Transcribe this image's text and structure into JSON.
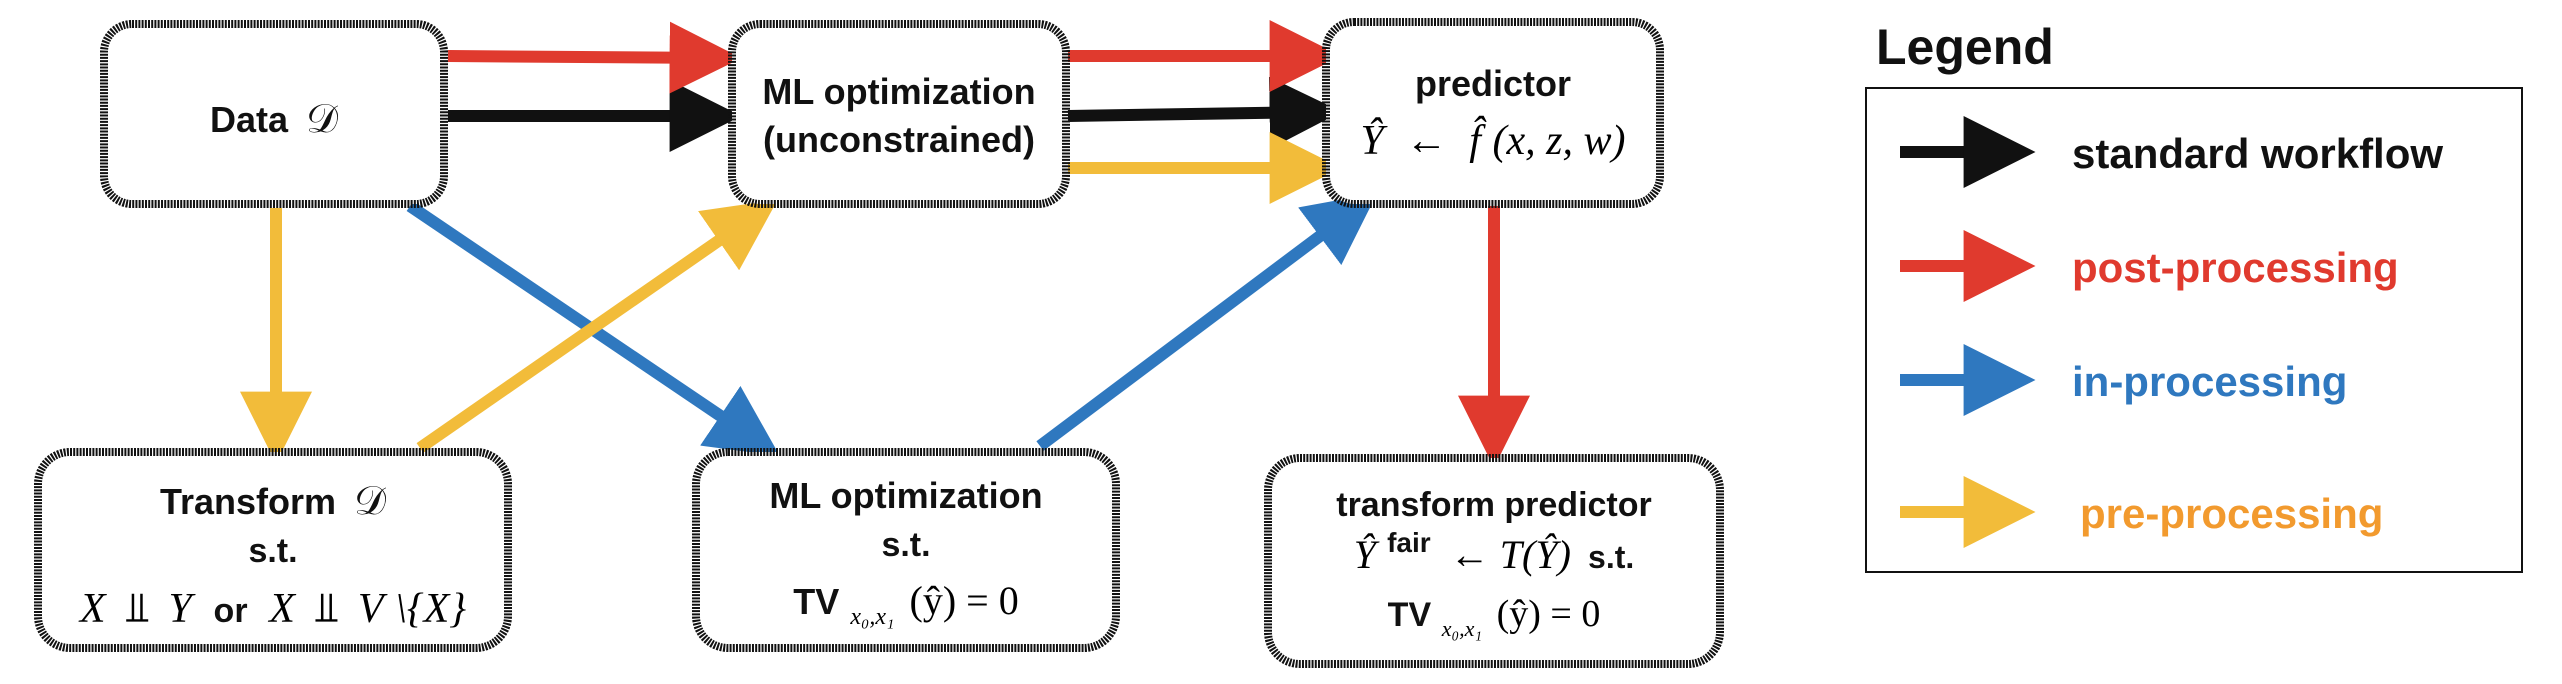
{
  "colors": {
    "standard": "#111111",
    "post": "#e03a2e",
    "in": "#2f78bf",
    "pre": "#f2bc3a",
    "pre_text": "#f29a2e",
    "box_border": "#111111"
  },
  "boxes": {
    "data": {
      "label": "Data",
      "symbol": "𝒟"
    },
    "ml_unconstrained": {
      "line1": "ML optimization",
      "line2": "(unconstrained)"
    },
    "predictor": {
      "line1": "predictor",
      "formula_lhs": "Ŷ",
      "formula_arrow": "←",
      "formula_f": "f̂",
      "formula_args": "(x, z, w)"
    },
    "transform_data": {
      "line1": "Transform",
      "symbol": "𝒟",
      "line2": "s.t.",
      "cond_x": "X",
      "cond_indep": "⫫",
      "cond_y": "Y",
      "cond_or": "or",
      "cond_x2": "X",
      "cond_indep2": "⫫",
      "cond_v": "V",
      "cond_rest": "\\{X}"
    },
    "ml_constrained": {
      "line1": "ML optimization",
      "line2": "s.t.",
      "tv": "TV",
      "tv_sub": "x₀,x₁",
      "tv_rest": "(ŷ) = 0"
    },
    "transform_predictor": {
      "line1": "transform predictor",
      "fair_y": "Ŷ",
      "fair_sup": "fair",
      "fair_rest": "← T(Ŷ)",
      "st": "s.t.",
      "tv": "TV",
      "tv_sub": "x₀,x₁",
      "tv_rest": "(ŷ) = 0"
    }
  },
  "legend": {
    "title": "Legend",
    "items": [
      {
        "label": "standard workflow",
        "color": "#111111"
      },
      {
        "label": "post-processing",
        "color": "#e03a2e"
      },
      {
        "label": "in-processing",
        "color": "#2f78bf"
      },
      {
        "label": "pre-processing",
        "color": "#f2bc3a",
        "text_color": "#f29a2e"
      }
    ]
  }
}
